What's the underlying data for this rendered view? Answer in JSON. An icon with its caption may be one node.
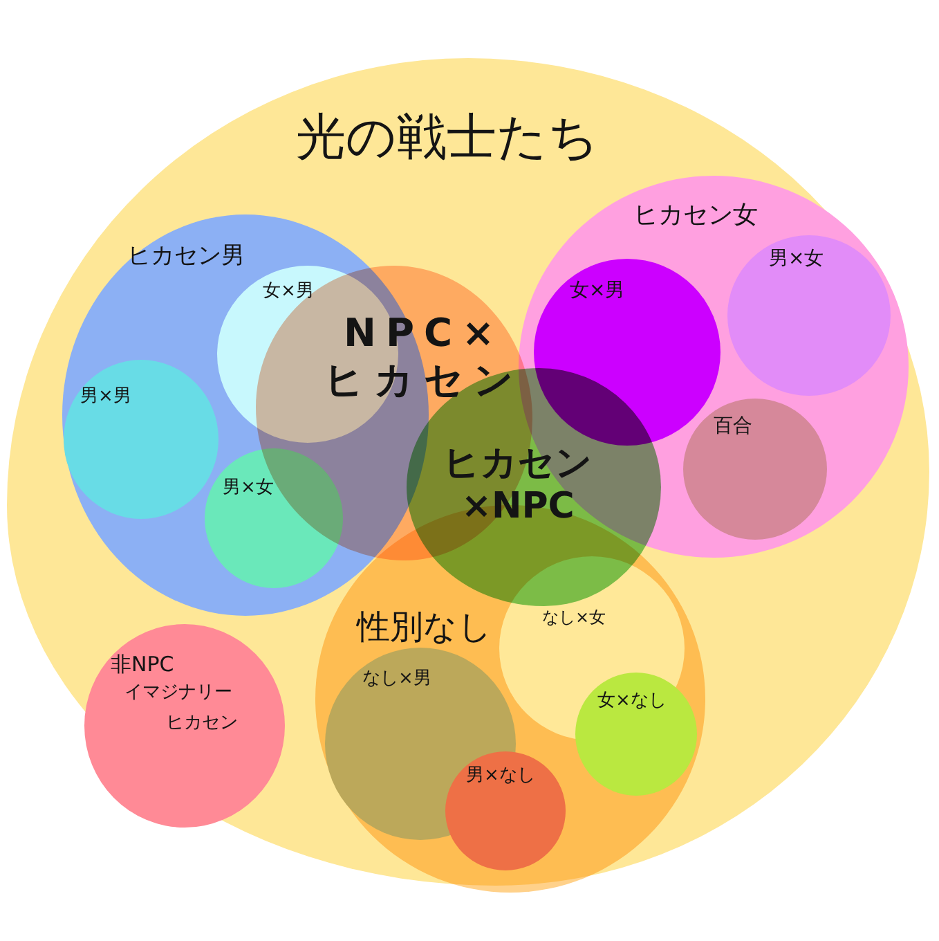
{
  "diagram": {
    "nodes": [
      {
        "text": [
          "光の戦士たち"
        ]
      },
      {
        "text": [
          "ヒカセン男"
        ],
        "in": 0
      },
      {
        "text": [
          "女×男"
        ],
        "in": 1
      },
      {
        "text": [
          "男×男"
        ],
        "in": 1
      },
      {
        "text": [
          "男×女"
        ],
        "in": 1
      },
      {
        "text": [
          "NPC×ヒカセン"
        ],
        "in": 0
      },
      {
        "text": [
          "ヒカセン女"
        ],
        "in": 0
      },
      {
        "text": [
          "女×男"
        ],
        "in": 6
      },
      {
        "text": [
          "男×女"
        ],
        "in": 6
      },
      {
        "text": [
          "百合"
        ],
        "in": 6
      },
      {
        "text": [
          "ヒカセン×NPC"
        ],
        "in": 0
      },
      {
        "text": [
          "性別なし"
        ],
        "in": 0
      },
      {
        "text": [
          "なし×女"
        ],
        "in": 11
      },
      {
        "text": [
          "なし×男"
        ],
        "in": 11
      },
      {
        "text": [
          "女×なし"
        ],
        "in": 11
      },
      {
        "text": [
          "男×なし"
        ],
        "in": 11
      },
      {
        "text": [
          "非NPC",
          "イマジナリー",
          "ヒカセン"
        ],
        "in": 0
      }
    ]
  }
}
